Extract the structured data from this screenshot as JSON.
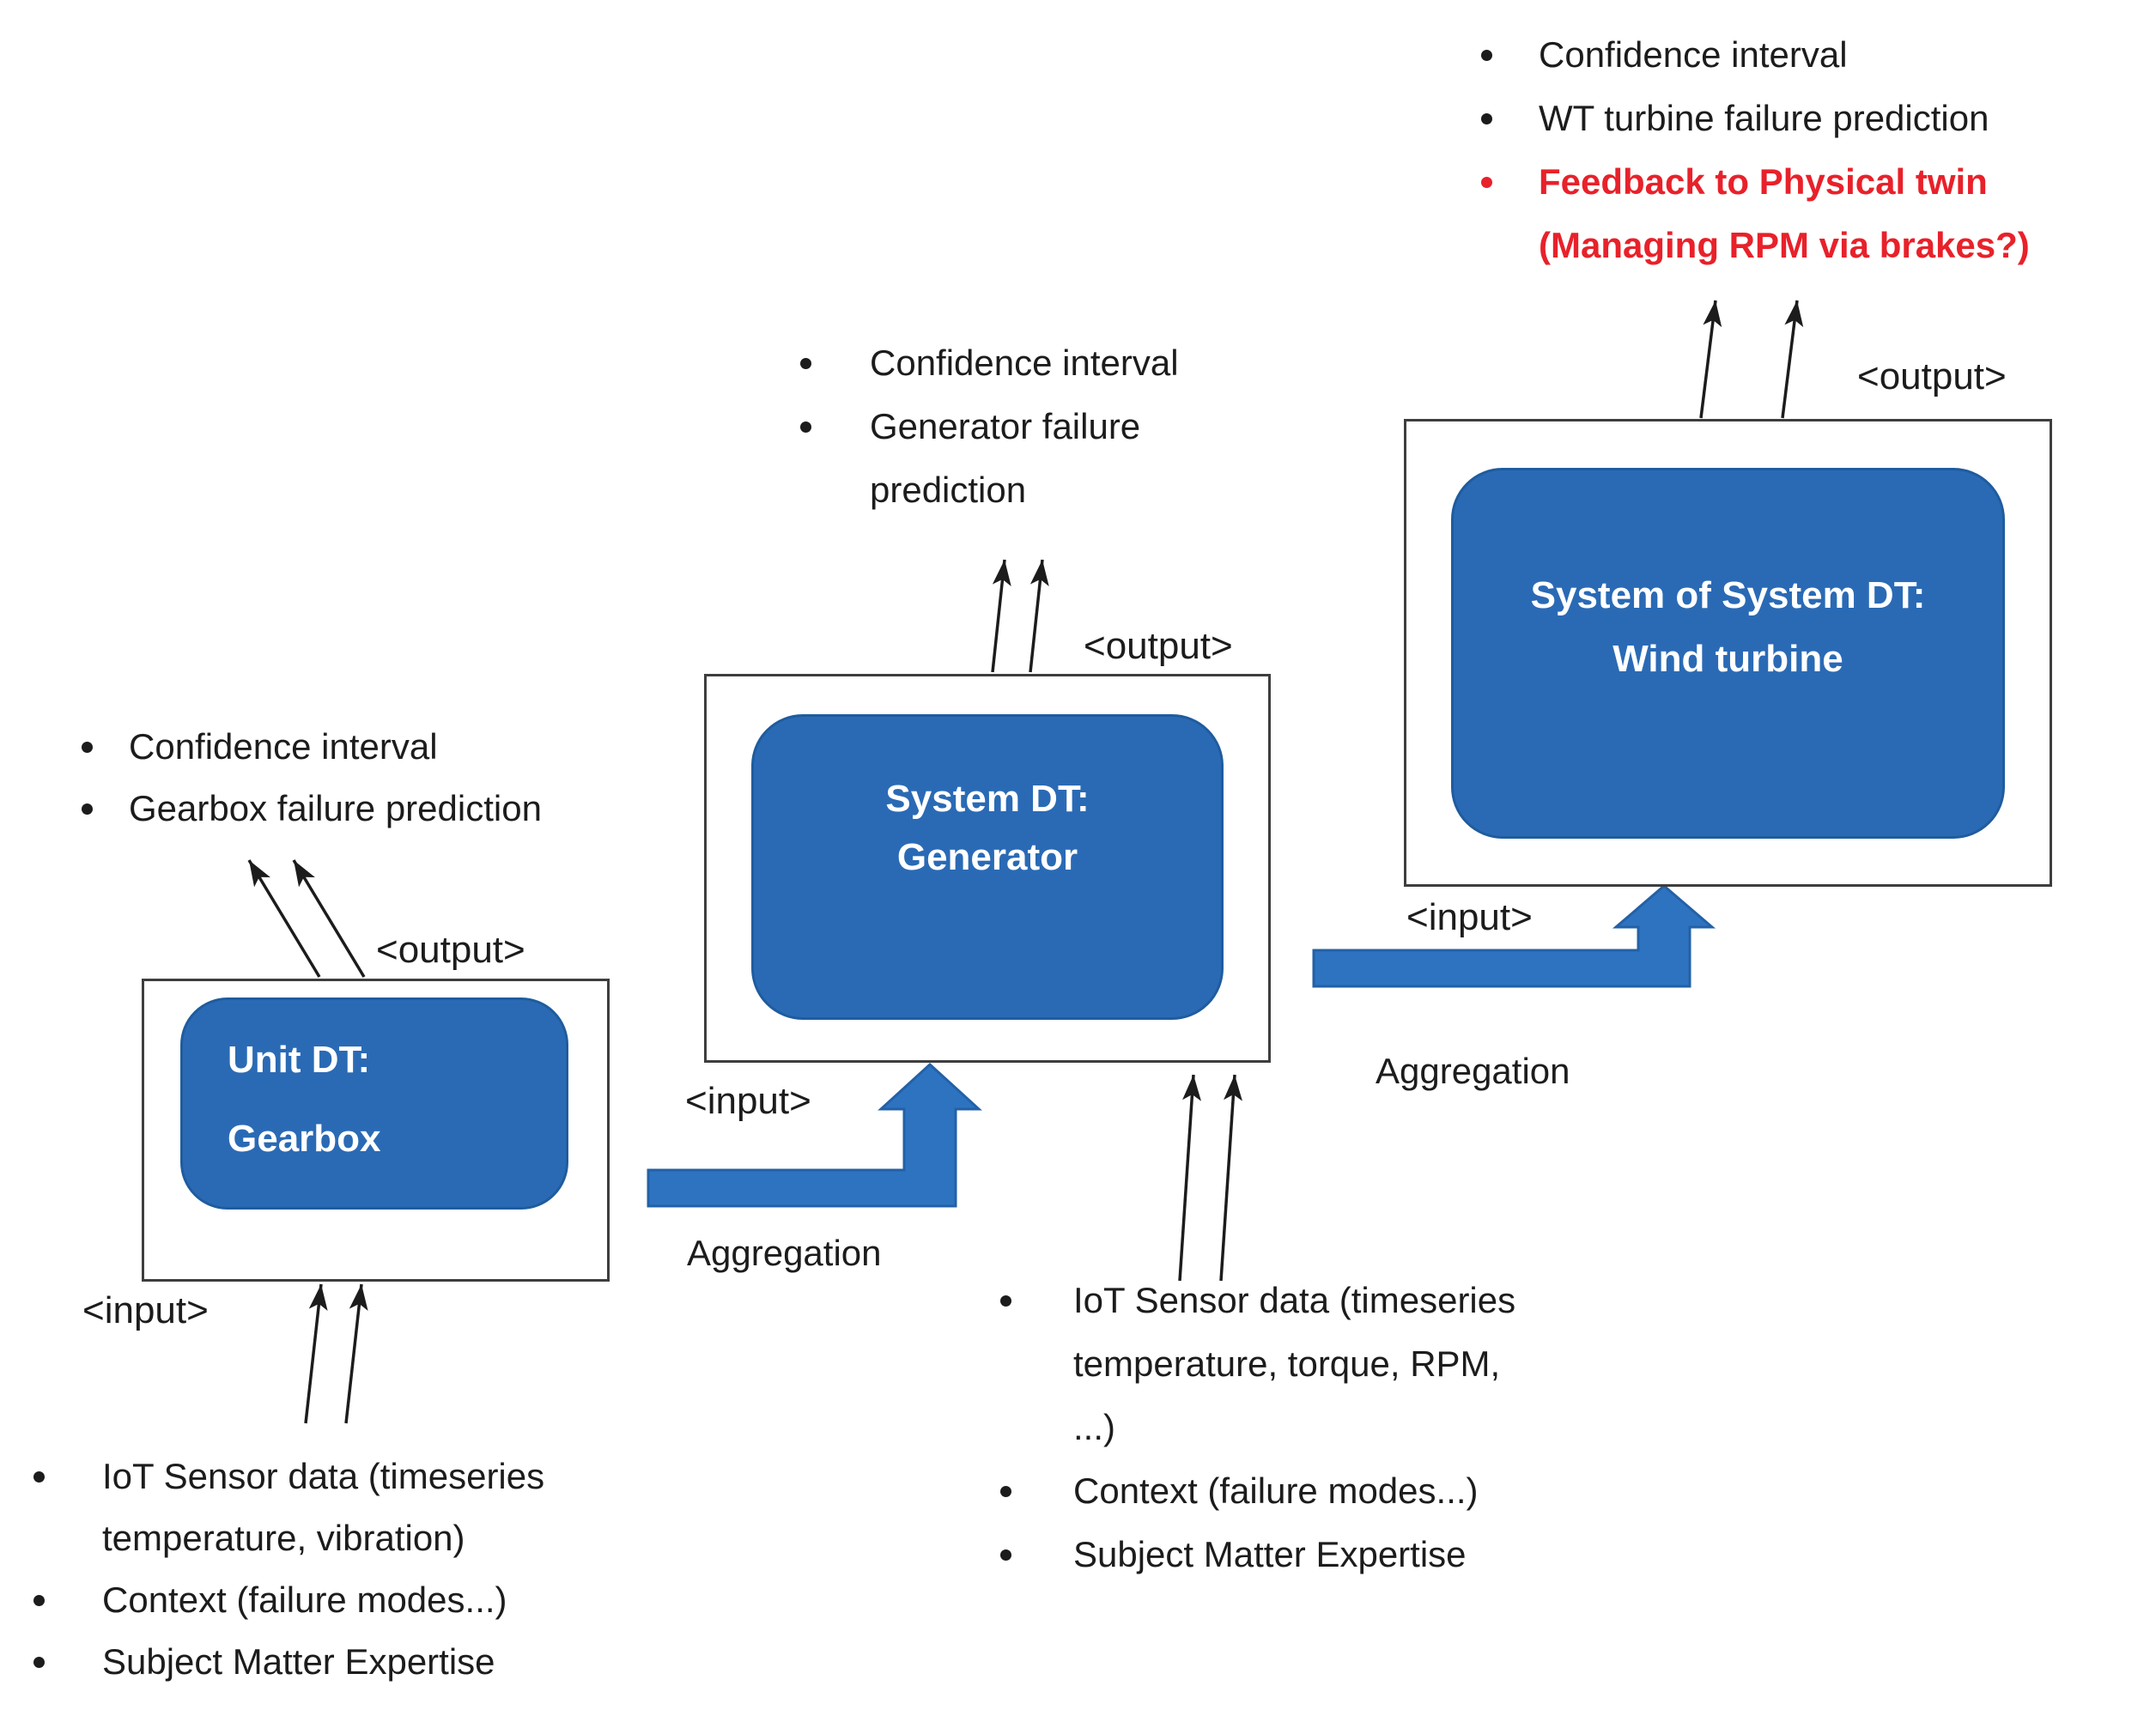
{
  "colors": {
    "accent_blue": "#2a6ab5",
    "accent_blue_border": "#1f5c9e",
    "arrow_blue": "#2e73c0",
    "arrow_blue_border": "#2361a7",
    "ink": "#1c1c1c",
    "alert_red": "#e8212a"
  },
  "labels": {
    "input": "<input>",
    "output": "<output>",
    "aggregation": "Aggregation"
  },
  "gearbox": {
    "title": {
      "line1": "Unit DT:",
      "line2": "Gearbox"
    },
    "outputs": {
      "item1": "Confidence interval",
      "item2": "Gearbox failure prediction"
    },
    "inputs": {
      "item1_line1": "IoT Sensor data (timeseries",
      "item1_line2": "temperature, vibration)",
      "item2": "Context (failure modes...)",
      "item3": "Subject Matter Expertise"
    }
  },
  "generator": {
    "title": {
      "line1": "System DT:",
      "line2": "Generator"
    },
    "outputs": {
      "item1": "Confidence interval",
      "item2_line1": "Generator failure",
      "item2_line2": "prediction"
    },
    "inputs": {
      "item1_line1": "IoT Sensor data (timeseries",
      "item1_line2": "temperature, torque, RPM,",
      "item1_line3": "...)",
      "item2": "Context (failure modes...)",
      "item3": "Subject Matter Expertise"
    }
  },
  "wind_turbine": {
    "title": {
      "line1": "System of System DT:",
      "line2": "Wind turbine"
    },
    "outputs": {
      "item1": "Confidence interval",
      "item2": "WT turbine failure prediction",
      "item3_line1": "Feedback to Physical twin",
      "item3_line2": "(Managing RPM via brakes?)"
    }
  }
}
